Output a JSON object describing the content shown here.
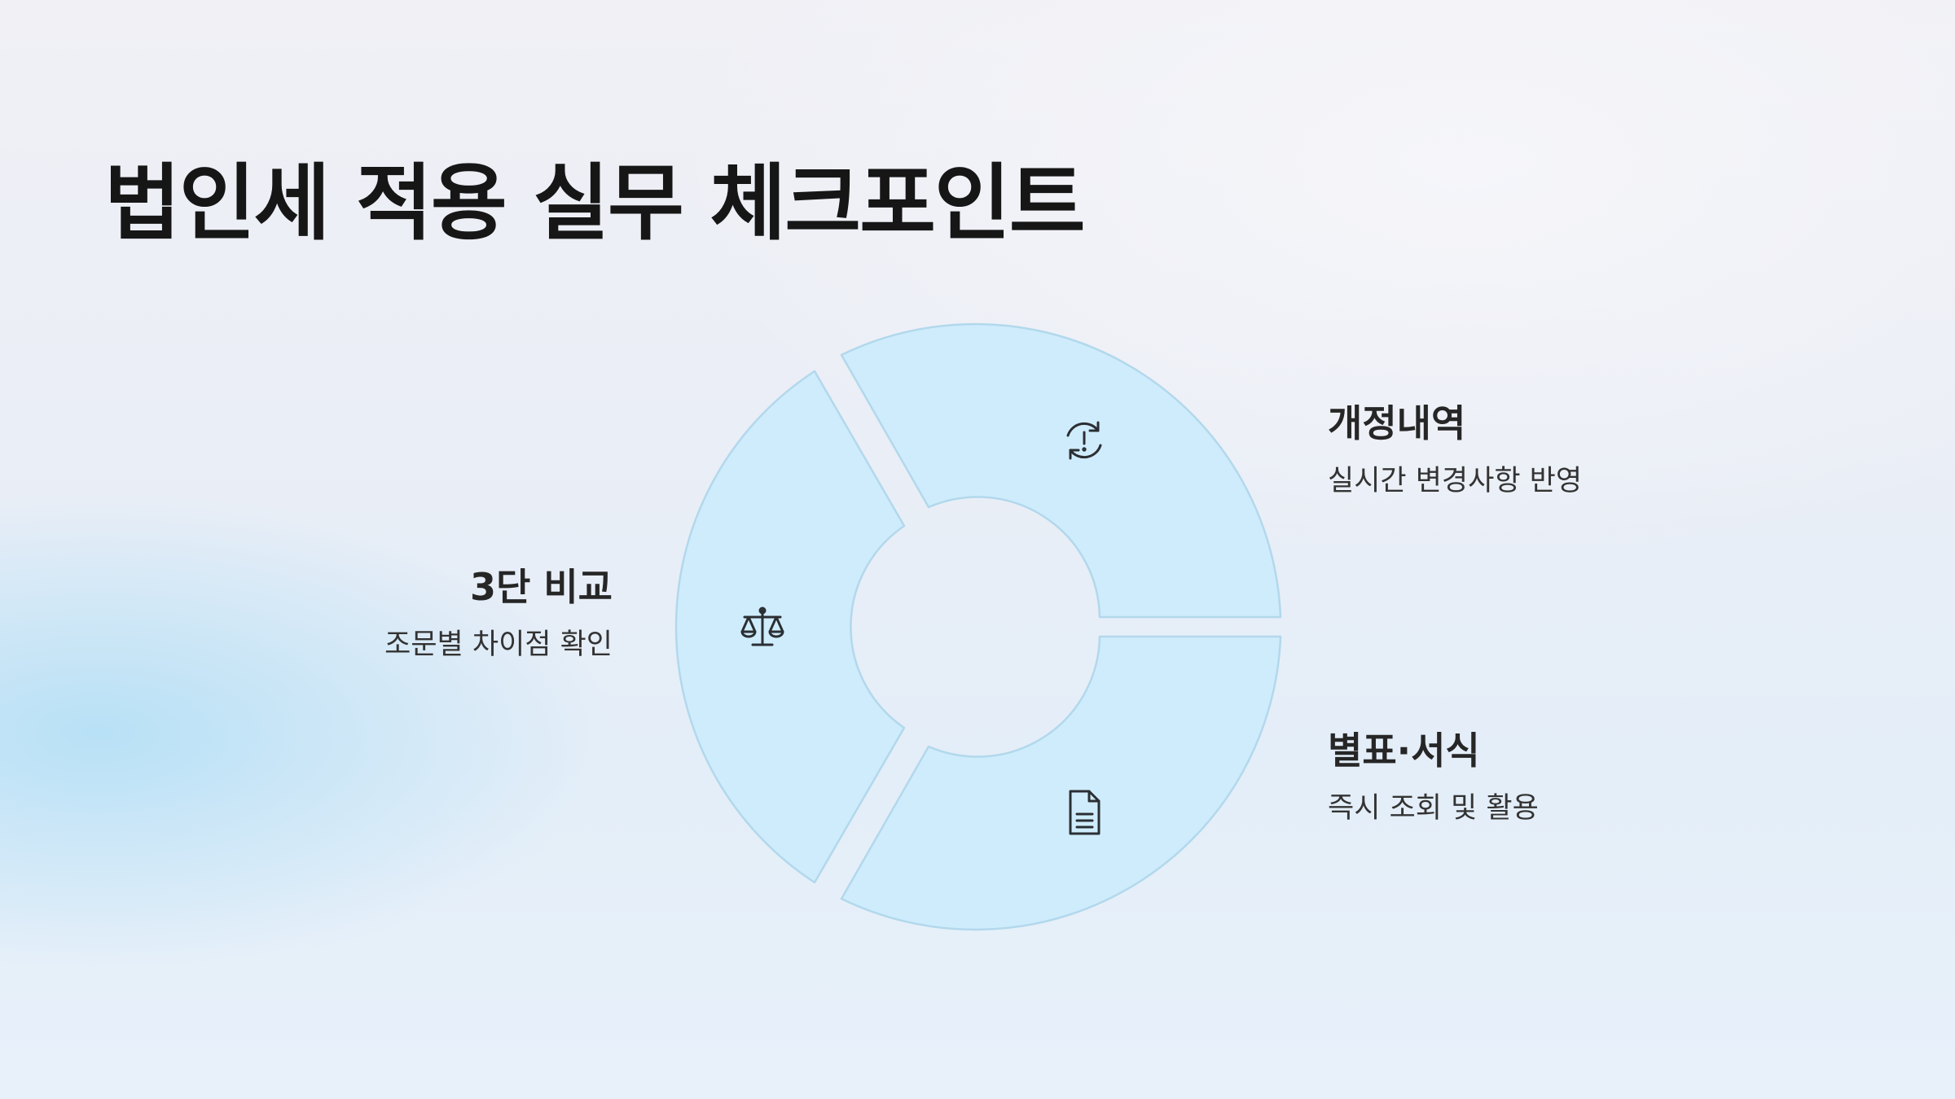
{
  "title": "법인세 적용 실무 체크포인트",
  "segments": [
    {
      "id": "top-right",
      "icon": "refresh-alert-icon",
      "heading": "개정내역",
      "description": "실시간 변경사항 반영"
    },
    {
      "id": "bottom-right",
      "icon": "document-icon",
      "heading": "별표·서식",
      "description": "즉시 조회 및 활용"
    },
    {
      "id": "left",
      "icon": "scale-icon",
      "heading": "3단 비교",
      "description": "조문별 차이점 확인"
    }
  ],
  "colors": {
    "segment_fill": "#cfecfc",
    "segment_stroke": "#b2d8ec",
    "title": "#161616"
  }
}
